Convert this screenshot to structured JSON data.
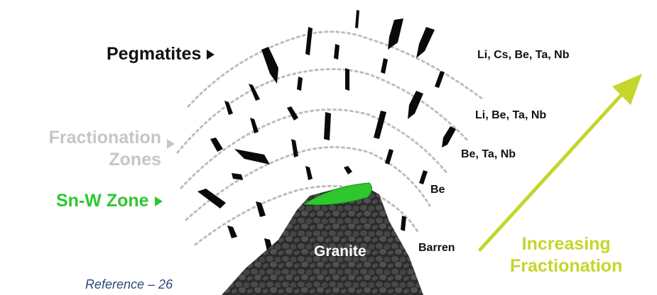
{
  "labels": {
    "pegmatites": "Pegmatites",
    "fractionation_zones_line1": "Fractionation",
    "fractionation_zones_line2": "Zones",
    "sn_w_zone": "Sn-W Zone",
    "granite": "Granite",
    "increasing_line1": "Increasing",
    "increasing_line2": "Fractionation",
    "reference": "Reference – 26"
  },
  "zones": [
    "Li, Cs, Be, Ta, Nb",
    "Li, Be, Ta, Nb",
    "Be, Ta, Nb",
    "Be",
    "Barren"
  ],
  "colors": {
    "pegmatite_pod": "#0a0a0a",
    "fractionation_boundary": "#bdbdbd",
    "sn_w_zone": "#2ec82e",
    "granite": "#2b2b2b",
    "granite_cells": "#4a4a4a",
    "increasing_arrow": "#c4d62c",
    "label_grey": "#c6c6c6",
    "reference_text": "#2b4a7a"
  },
  "icons": {
    "pointer": "triangle-right-icon",
    "fractionation_arrow": "arrow-up-right-icon"
  }
}
